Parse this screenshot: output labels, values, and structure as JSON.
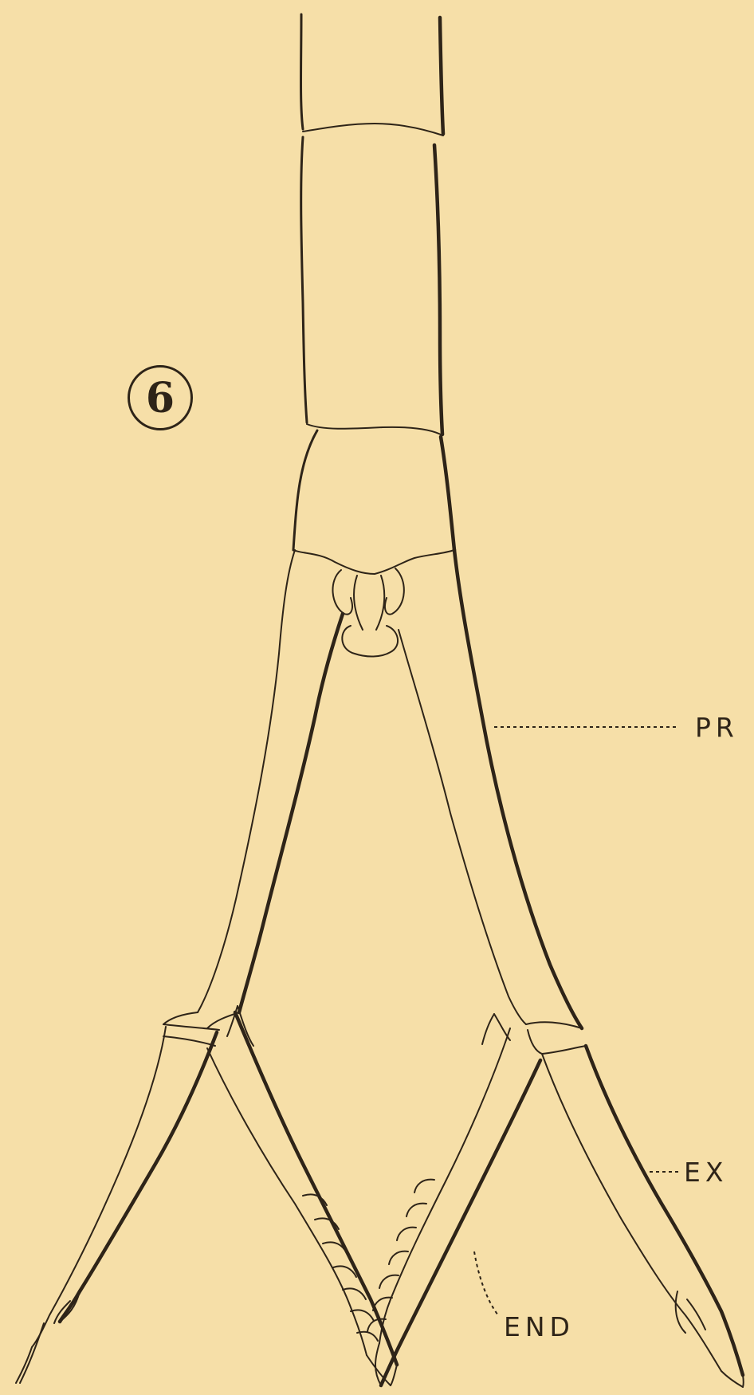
{
  "figure": {
    "number": "6"
  },
  "labels": {
    "pr": "PR",
    "ex": "EX",
    "end": "END"
  },
  "colors": {
    "background": "#f6dfa8",
    "ink": "#2e2418"
  }
}
